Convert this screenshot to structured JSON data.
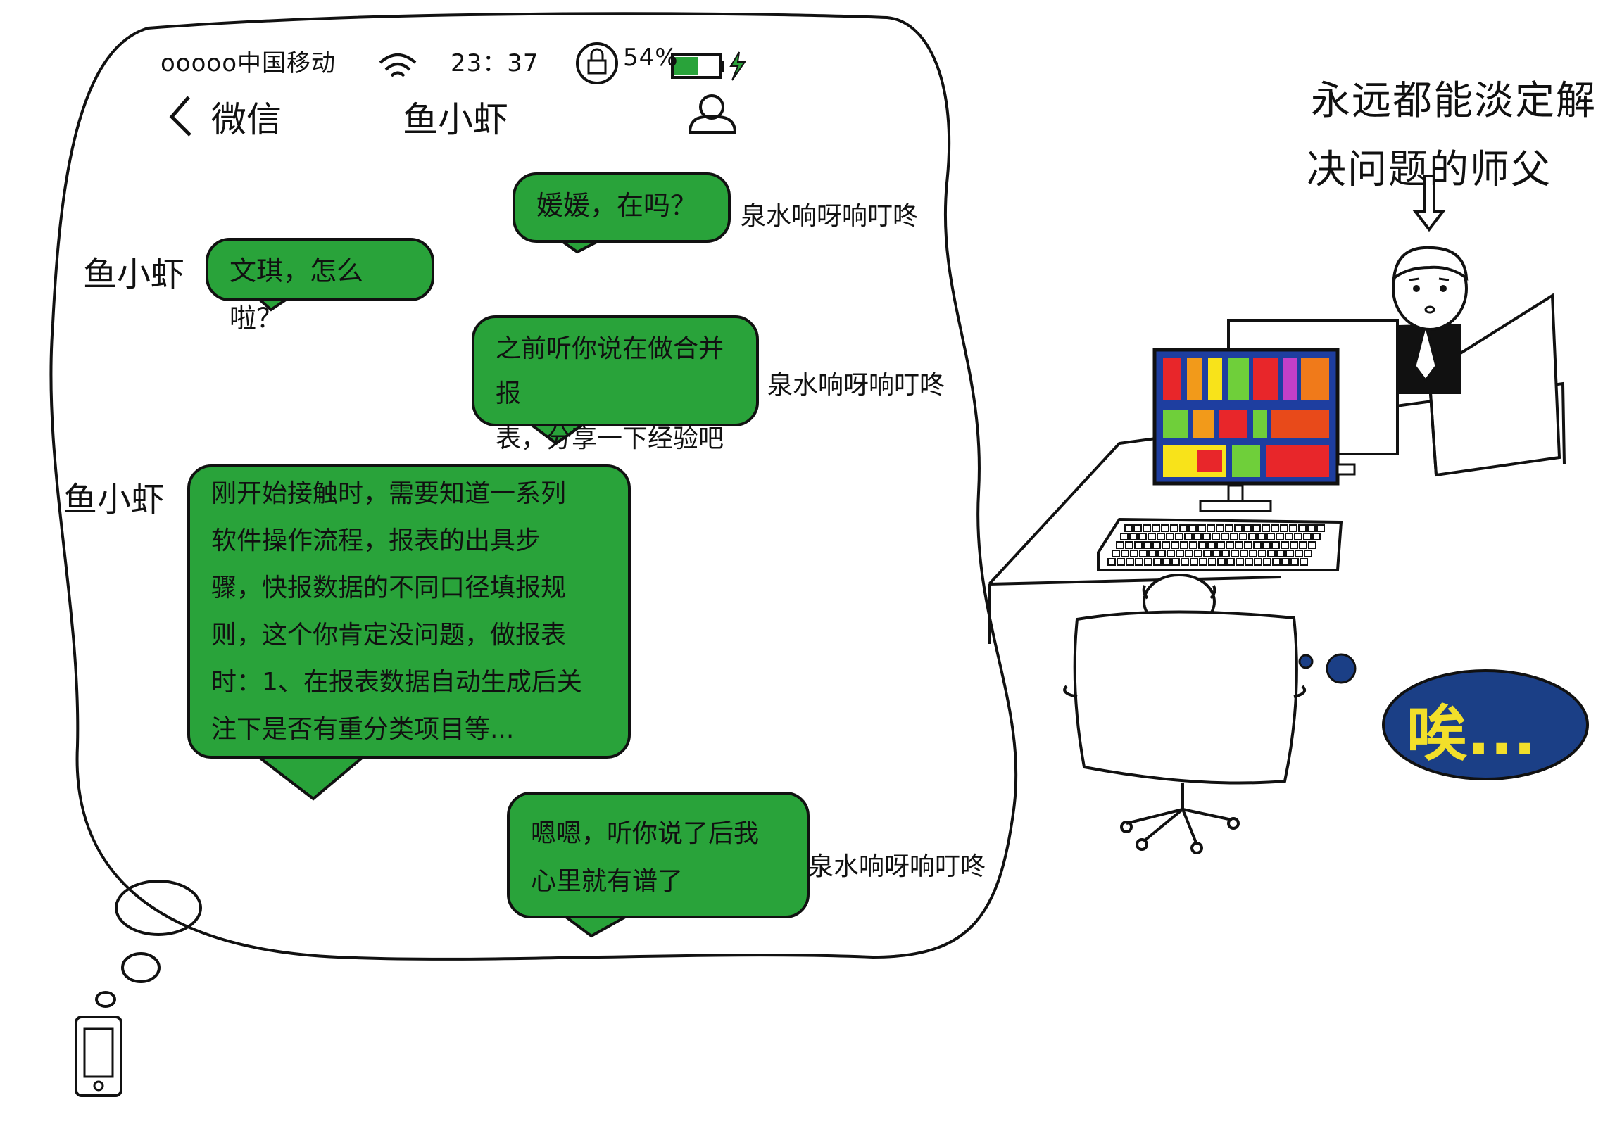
{
  "status_bar": {
    "carrier": "ooooo中国移动",
    "wifi_icon": "wifi-icon",
    "time": "23：37",
    "rotation_lock_icon": "rotation-lock-icon",
    "battery_percent": "54%",
    "battery_level": 0.54,
    "battery_icon": "battery-charging-icon"
  },
  "nav": {
    "back_icon": "chevron-left-icon",
    "back_label": "微信",
    "title": "鱼小虾",
    "profile_icon": "person-icon"
  },
  "messages": [
    {
      "side": "right",
      "sender": "泉水响呀响叮咚",
      "text": "媛媛，在吗？"
    },
    {
      "side": "left",
      "sender": "鱼小虾",
      "text": "文琪，怎么啦？"
    },
    {
      "side": "right",
      "sender": "泉水响呀响叮咚",
      "text": "之前听你说在做合并报\n表，分享一下经验吧"
    },
    {
      "side": "left",
      "sender": "鱼小虾",
      "text": "刚开始接触时，需要知道一系列\n软件操作流程，报表的出具步\n骤，快报数据的不同口径填报规\n则，这个你肯定没问题，做报表\n时：1、在报表数据自动生成后关\n注下是否有重分类项目等..."
    },
    {
      "side": "right",
      "sender": "泉水响呀响叮咚",
      "text": "嗯嗯，听你说了后我\n心里就有谱了"
    }
  ],
  "annotation": {
    "line1": "永远都能淡定解",
    "line2": "决问题的师父",
    "arrow_icon": "arrow-down-icon"
  },
  "thought": {
    "sigh": "唉..."
  },
  "colors": {
    "bubble_green": "#29a33a",
    "ink": "#111111",
    "sigh_bubble": "#1b3f86",
    "sigh_text": "#f2df2a"
  },
  "illustration": {
    "phone_icon": "phone-icon",
    "monitor_icon": "monitor-icon",
    "keyboard_icon": "keyboard-icon",
    "office_chair_icon": "office-chair-icon"
  }
}
